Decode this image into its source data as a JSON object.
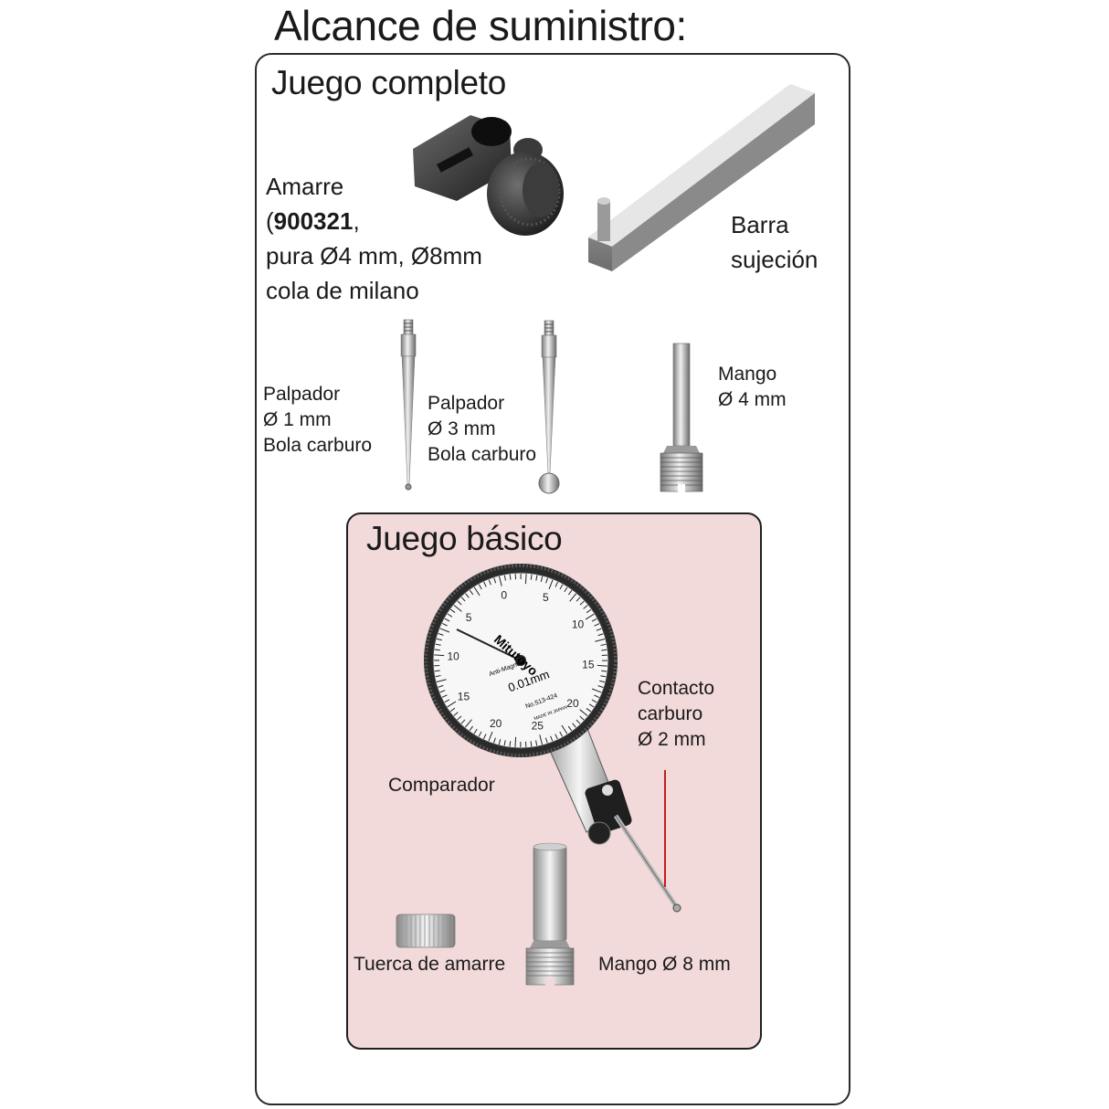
{
  "header": {
    "title": "Alcance de suministro:"
  },
  "full_set": {
    "title": "Juego completo",
    "clamp": {
      "line1": "Amarre",
      "open_paren": "(",
      "code": "900321",
      "comma": ",",
      "line3": "pura Ø4 mm, Ø8mm",
      "line4": "cola de milano"
    },
    "bar": {
      "line1": "Barra",
      "line2": "sujeción"
    },
    "probe_1mm": {
      "line1": "Palpador",
      "line2": "Ø 1 mm",
      "line3": "Bola carburo"
    },
    "probe_3mm": {
      "line1": "Palpador",
      "line2": "Ø 3 mm",
      "line3": "Bola carburo"
    },
    "shank_4mm": {
      "line1": "Mango",
      "line2": "Ø 4 mm"
    }
  },
  "basic_set": {
    "title": "Juego básico",
    "contact": {
      "line1": "Contacto",
      "line2": "carburo",
      "line3": "Ø 2 mm"
    },
    "comparator": "Comparador",
    "nut": "Tuerca de amarre",
    "shank_8mm": "Mango Ø 8 mm",
    "dial": {
      "brand": "Mitutoyo",
      "sub": "Anti-Magnetic",
      "resolution": "0.01mm",
      "model": "No.513-424",
      "origin": "MADE IN JAPAN",
      "scale": [
        "0",
        "5",
        "10",
        "15",
        "20",
        "25",
        "20",
        "15",
        "10",
        "5"
      ]
    }
  },
  "colors": {
    "panel_inner": "#f2d9da",
    "indicator_line": "#c41e1e",
    "border": "#2a2a2a"
  }
}
